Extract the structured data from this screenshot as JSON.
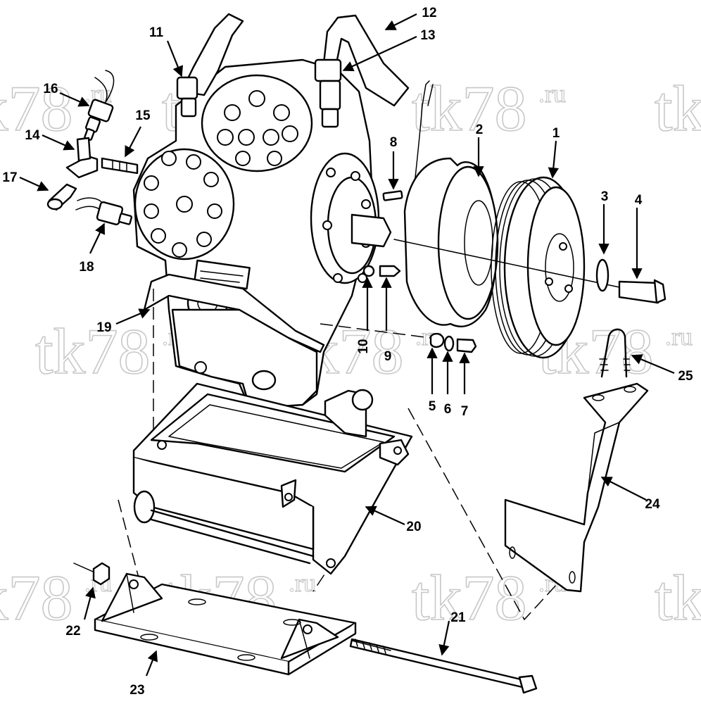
{
  "watermark": {
    "text": "tk78",
    "suffix": ".ru"
  },
  "callouts": [
    "1",
    "2",
    "3",
    "4",
    "5",
    "6",
    "7",
    "8",
    "9",
    "10",
    "11",
    "12",
    "13",
    "14",
    "15",
    "16",
    "17",
    "18",
    "19",
    "20",
    "21",
    "22",
    "23",
    "24",
    "25"
  ],
  "colors": {
    "line": "#000000",
    "watermark": "#c8c8c8",
    "background": "#ffffff"
  }
}
